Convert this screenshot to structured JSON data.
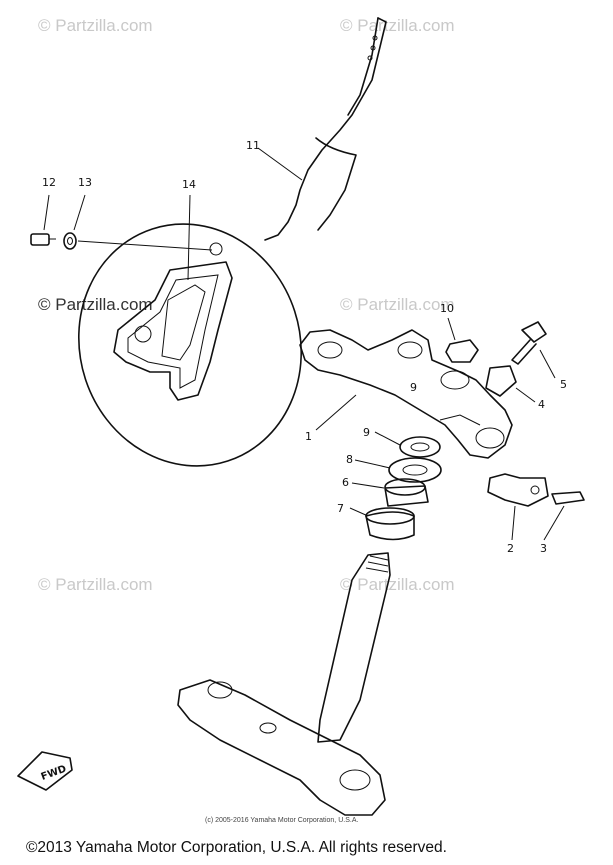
{
  "watermark": "Partzilla.com",
  "watermark_symbol": "©",
  "watermark_positions_note": "",
  "parts": [
    "1",
    "2",
    "3",
    "4",
    "5",
    "6",
    "7",
    "8",
    "9",
    "10",
    "11",
    "12",
    "13",
    "14"
  ],
  "fwd_label": "FWD",
  "inner_copyright": "(c) 2005-2016 Yamaha Motor Corporation, U.S.A.",
  "footer_copyright": "©2013 Yamaha Motor Corporation, U.S.A. All rights reserved."
}
